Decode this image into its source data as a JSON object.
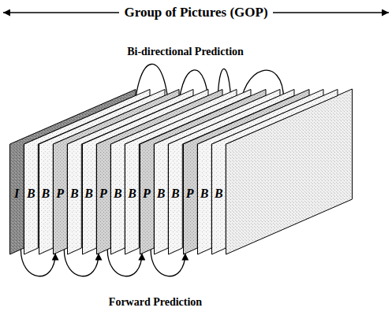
{
  "diagram": {
    "title": "Group of Pictures (GOP)",
    "nodes": [
      {
        "text": [
          "I"
        ]
      },
      {
        "text": [
          "B"
        ]
      },
      {
        "text": [
          "B"
        ]
      },
      {
        "text": [
          "P"
        ]
      },
      {
        "text": [
          "B"
        ]
      },
      {
        "text": [
          "B"
        ]
      },
      {
        "text": [
          "P"
        ]
      },
      {
        "text": [
          "B"
        ]
      },
      {
        "text": [
          "B"
        ]
      },
      {
        "text": [
          "P"
        ]
      },
      {
        "text": [
          "B"
        ]
      },
      {
        "text": [
          "B"
        ]
      },
      {
        "text": [
          "P"
        ]
      },
      {
        "text": [
          "B"
        ]
      },
      {
        "text": [
          "B"
        ]
      }
    ],
    "edges": [
      {
        "from": 0,
        "to": 3,
        "arrow": "to"
      },
      {
        "from": 3,
        "to": 6,
        "arrow": "to"
      },
      {
        "from": 6,
        "to": 9,
        "arrow": "to"
      },
      {
        "from": 9,
        "to": 12,
        "arrow": "to"
      },
      {
        "from": 6,
        "to": 8,
        "arrow": "to"
      },
      {
        "from": 9,
        "to": 8,
        "arrow": "to"
      },
      {
        "from": 9,
        "to": 11,
        "arrow": "to"
      },
      {
        "from": 12,
        "to": 11,
        "arrow": "to"
      }
    ],
    "labels": [
      "Bi-directional Prediction",
      "Forward Prediction"
    ]
  }
}
